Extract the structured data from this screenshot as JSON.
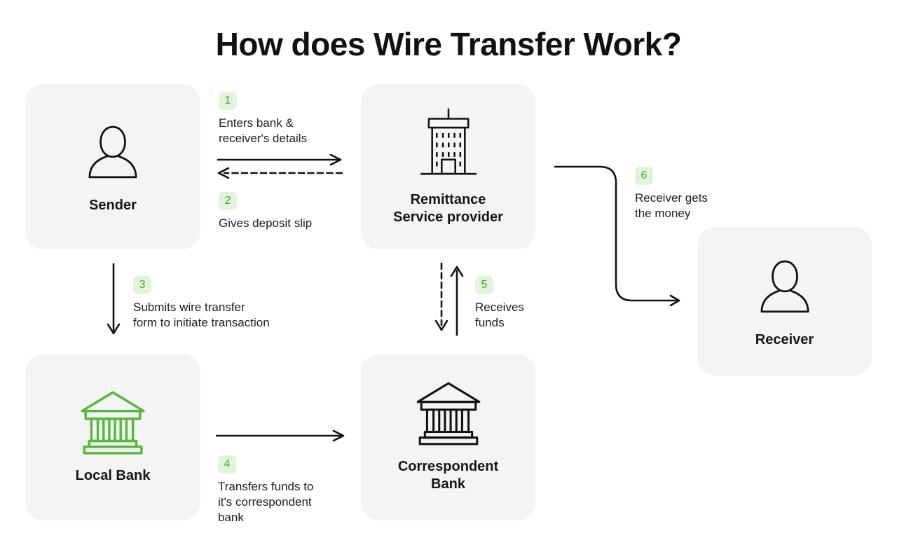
{
  "title": "How does Wire Transfer Work?",
  "colors": {
    "background": "#ffffff",
    "card_background": "#f4f4f4",
    "ink": "#1b1b1b",
    "accent_green": "#54b93c",
    "badge_green_text": "#43ab38",
    "badge_green_background": "#e1f4d9"
  },
  "nodes": {
    "sender": {
      "label": "Sender",
      "icon": "person-icon"
    },
    "remittance": {
      "label": "Remittance\nService provider",
      "icon": "office-building-icon"
    },
    "receiver": {
      "label": "Receiver",
      "icon": "person-icon"
    },
    "local_bank": {
      "label": "Local Bank",
      "icon": "bank-icon"
    },
    "correspondent_bank": {
      "label": "Correspondent\nBank",
      "icon": "bank-icon"
    }
  },
  "steps": [
    {
      "number": "1",
      "text": "Enters bank &\nreceiver's details"
    },
    {
      "number": "2",
      "text": "Gives deposit slip"
    },
    {
      "number": "3",
      "text": "Submits wire transfer\nform to initiate transaction"
    },
    {
      "number": "4",
      "text": "Transfers funds to\nit's correspondent\nbank"
    },
    {
      "number": "5",
      "text": "Receives\nfunds"
    },
    {
      "number": "6",
      "text": "Receiver gets\nthe money"
    }
  ]
}
